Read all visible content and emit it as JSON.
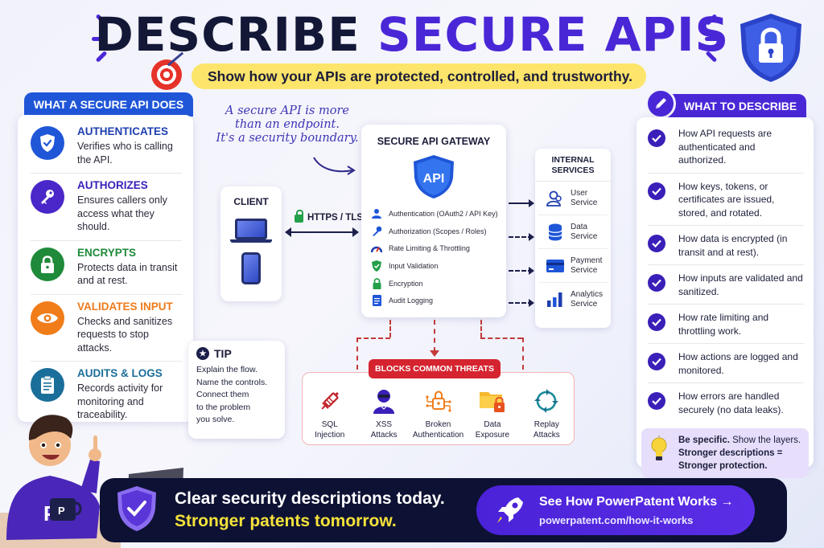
{
  "header": {
    "title_dark": "DESCRIBE",
    "title_accent": "SECURE APIS",
    "subtitle": "Show how your APIs are protected, controlled, and trustworthy."
  },
  "left_panel": {
    "tab_label": "WHAT A SECURE API DOES",
    "items": [
      {
        "title": "AUTHENTICATES",
        "desc": "Verifies who is calling the API.",
        "color": "#1f56d8",
        "icon": "shield-check-icon"
      },
      {
        "title": "AUTHORIZES",
        "desc": "Ensures callers only access what they should.",
        "color": "#4a27c9",
        "icon": "key-icon"
      },
      {
        "title": "ENCRYPTS",
        "desc": "Protects data in transit and at rest.",
        "color": "#1f8a3a",
        "icon": "lock-icon"
      },
      {
        "title": "VALIDATES INPUT",
        "desc": "Checks and sanitizes requests to stop attacks.",
        "color": "#f07d1a",
        "icon": "eye-icon"
      },
      {
        "title": "AUDITS & LOGS",
        "desc": "Records activity for monitoring and traceability.",
        "color": "#1a6e9a",
        "icon": "clipboard-icon"
      }
    ]
  },
  "annotation": {
    "lines": [
      "A secure API is more",
      "than an endpoint.",
      "It's a security boundary."
    ]
  },
  "client": {
    "title": "CLIENT",
    "connection_label": "HTTPS / TLS"
  },
  "gateway": {
    "title": "SECURE API GATEWAY",
    "badge": "API",
    "items": [
      {
        "label": "Authentication (OAuth2 / API Key)",
        "icon": "user-icon"
      },
      {
        "label": "Authorization (Scopes / Roles)",
        "icon": "key-icon"
      },
      {
        "label": "Rate Limiting & Throttling",
        "icon": "gauge-icon"
      },
      {
        "label": "Input Validation",
        "icon": "shield-check-icon"
      },
      {
        "label": "Encryption",
        "icon": "lock-icon"
      },
      {
        "label": "Audit Logging",
        "icon": "document-icon"
      }
    ]
  },
  "services": {
    "title_line1": "INTERNAL",
    "title_line2": "SERVICES",
    "items": [
      {
        "line1": "User",
        "line2": "Service",
        "icon": "users-icon"
      },
      {
        "line1": "Data",
        "line2": "Service",
        "icon": "database-icon"
      },
      {
        "line1": "Payment",
        "line2": "Service",
        "icon": "credit-card-icon"
      },
      {
        "line1": "Analytics",
        "line2": "Service",
        "icon": "bar-chart-icon"
      }
    ]
  },
  "threats": {
    "badge": "BLOCKS COMMON THREATS",
    "items": [
      {
        "line1": "SQL",
        "line2": "Injection",
        "icon": "syringe-icon"
      },
      {
        "line1": "XSS",
        "line2": "Attacks",
        "icon": "hacker-icon"
      },
      {
        "line1": "Broken",
        "line2": "Authentication",
        "icon": "circuit-lock-icon"
      },
      {
        "line1": "Data",
        "line2": "Exposure",
        "icon": "folder-lock-icon"
      },
      {
        "line1": "Replay",
        "line2": "Attacks",
        "icon": "cycle-arrows-icon"
      }
    ]
  },
  "tip": {
    "title": "TIP",
    "lines": [
      "Explain the flow.",
      "Name the controls.",
      "Connect them",
      "to the problem",
      "you solve."
    ]
  },
  "right_panel": {
    "tab_label": "WHAT TO DESCRIBE",
    "items": [
      "How API requests are authenticated and authorized.",
      "How keys, tokens, or certificates are issued, stored, and rotated.",
      "How data is encrypted (in transit and at rest).",
      "How inputs are validated and sanitized.",
      "How rate limiting and throttling work.",
      "How actions are logged and monitored.",
      "How errors are handled securely (no data leaks)."
    ],
    "idea_bold": "Be specific.",
    "idea_rest": " Show the layers.",
    "idea_line2": "Stronger descriptions =",
    "idea_line3": "Stronger protection."
  },
  "footer": {
    "line1": "Clear security descriptions today.",
    "line2": "Stronger patents tomorrow.",
    "cta_label": "See How PowerPatent Works →",
    "cta_url": "powerpatent.com/how-it-works"
  },
  "colors": {
    "accent": "#4a27d6",
    "dark": "#141837",
    "yellow": "#fce56a",
    "threat_red": "#d5242f",
    "footer_bg": "#0d1133"
  }
}
